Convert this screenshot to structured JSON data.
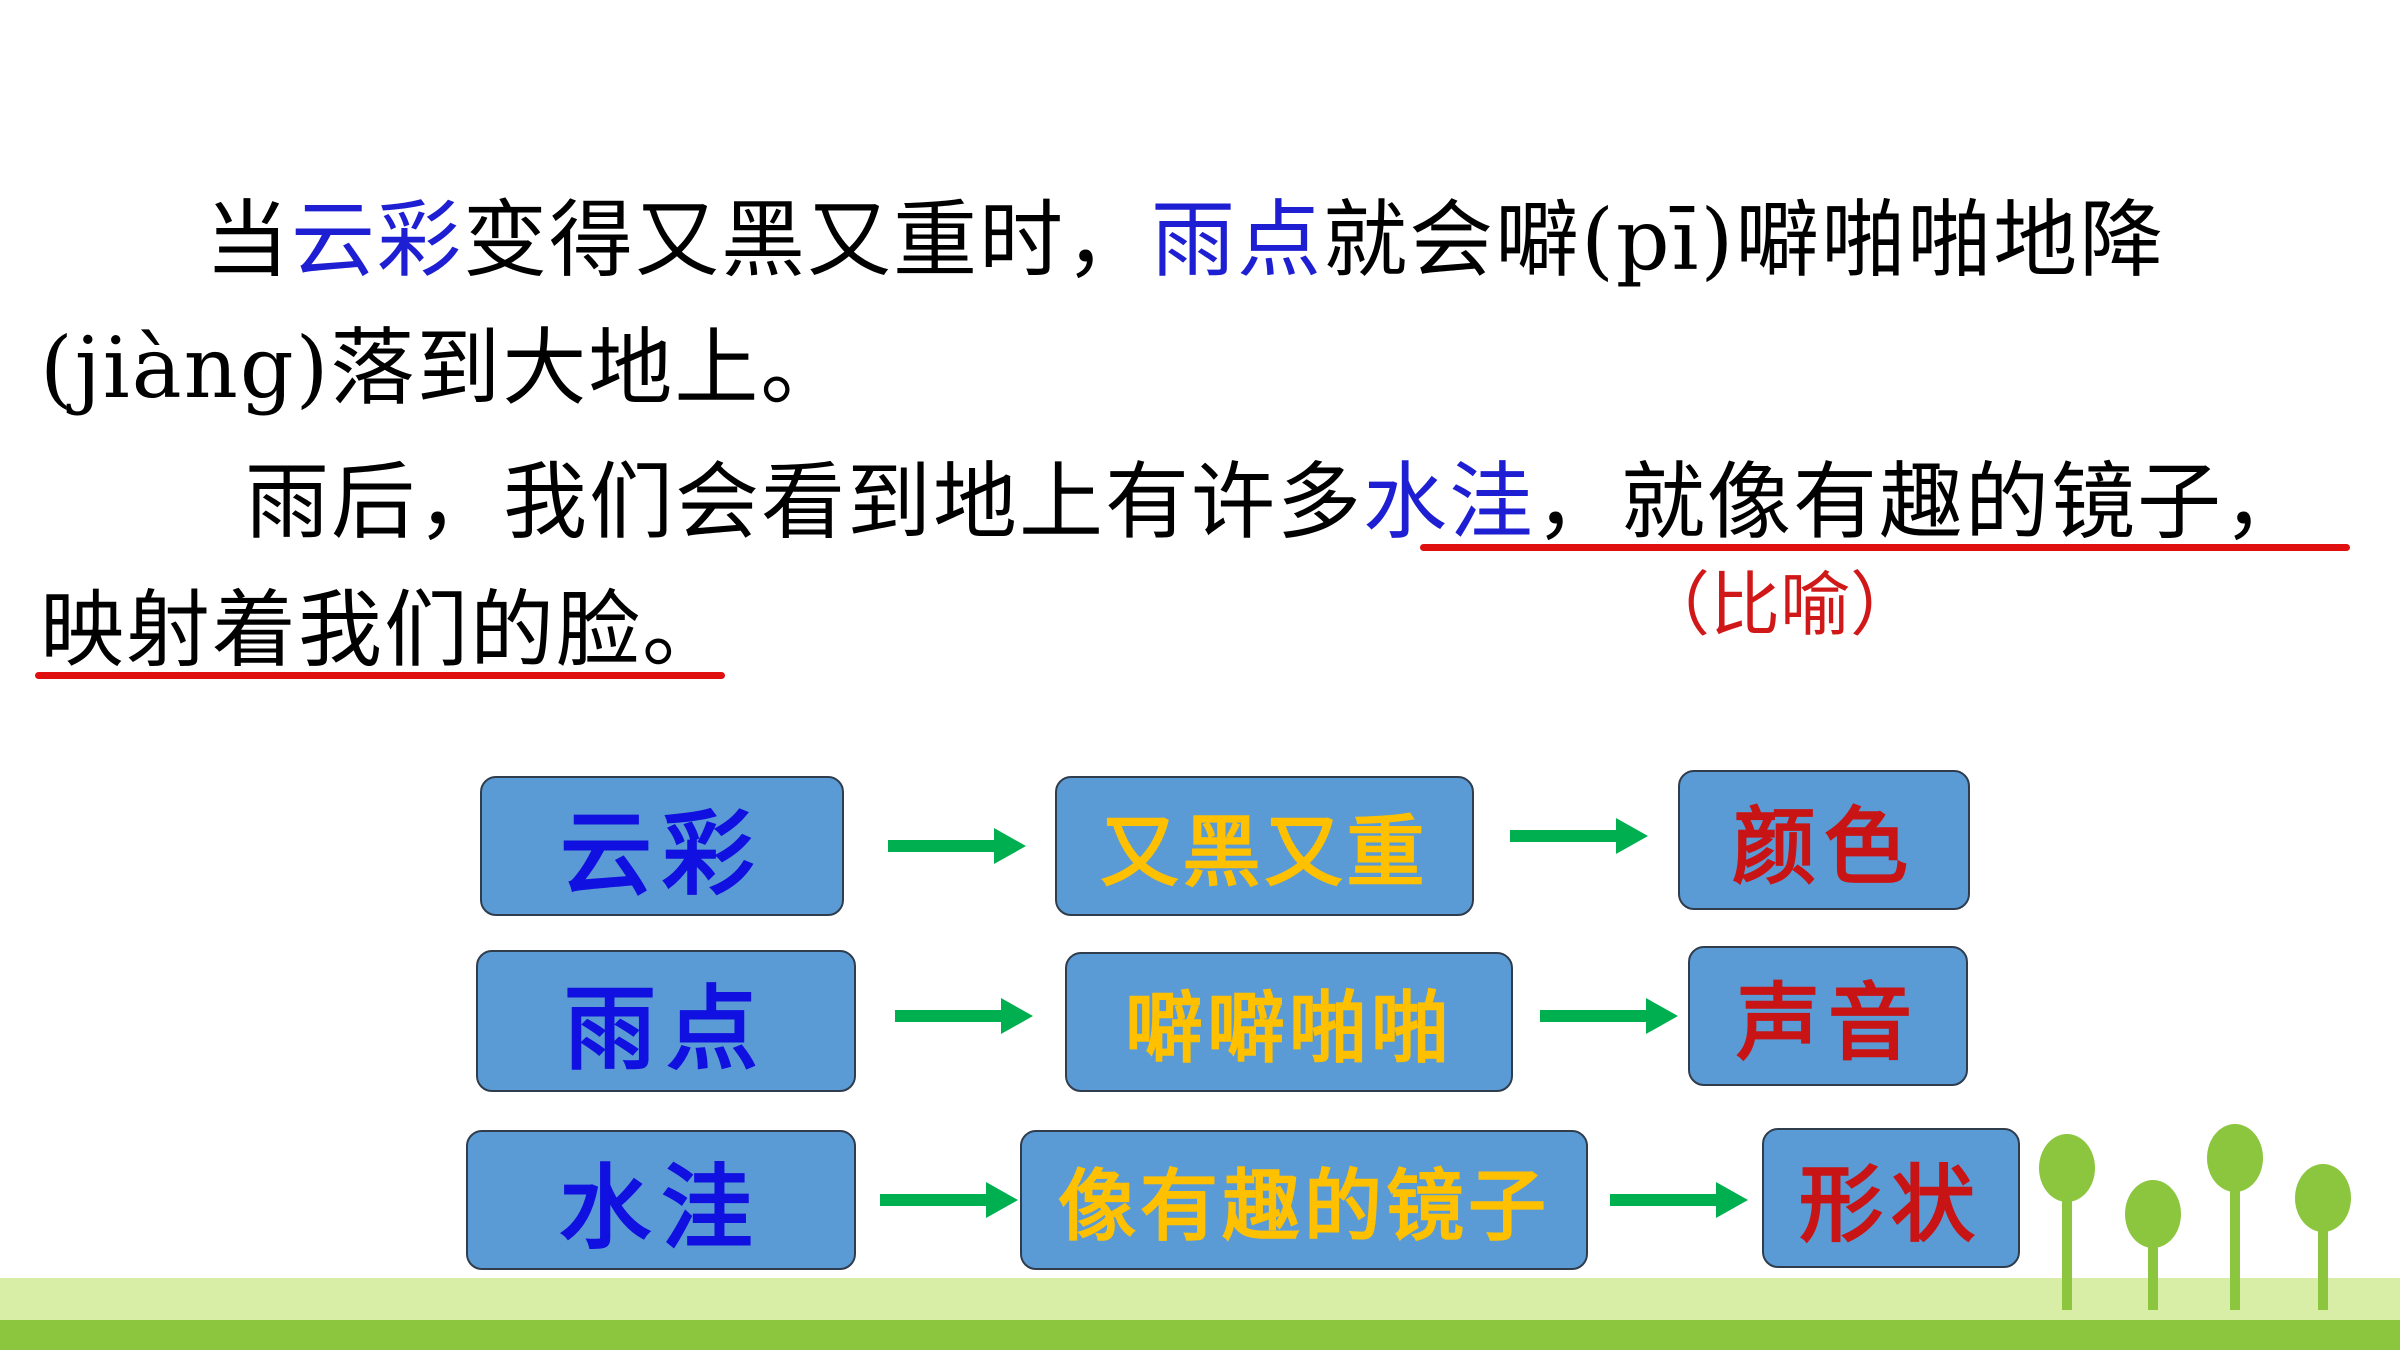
{
  "paragraph1": {
    "line1": {
      "p1": "当",
      "h1": "云彩",
      "p2": "变得又黑又重时，",
      "h2": "雨点",
      "p3": "就会噼(pī)噼啪啪地降"
    },
    "line2": "(jiàng)落到大地上。"
  },
  "paragraph2": {
    "line1": {
      "p1": "雨后，我们会看到地上有许多",
      "h1": "水洼",
      "p2": "，就像有趣的镜子，"
    },
    "line2": "映射着我们的脸。"
  },
  "annotation": "（比喻）",
  "flow": {
    "rows": [
      {
        "term": "云彩",
        "description": "又黑又重",
        "aspect": "颜色"
      },
      {
        "term": "雨点",
        "description": "噼噼啪啪",
        "aspect": "声音"
      },
      {
        "term": "水洼",
        "description": "像有趣的镜子",
        "aspect": "形状"
      }
    ]
  },
  "colors": {
    "highlight_blue": "#1e1ed2",
    "underline_red": "#e01010",
    "box_fill": "#5b9bd5",
    "term_text": "#1010e0",
    "description_text": "#ffc000",
    "aspect_text": "#c81414",
    "arrow_green": "#00b050",
    "ground_light": "#d8eda6",
    "ground_dark": "#8cc63f"
  }
}
